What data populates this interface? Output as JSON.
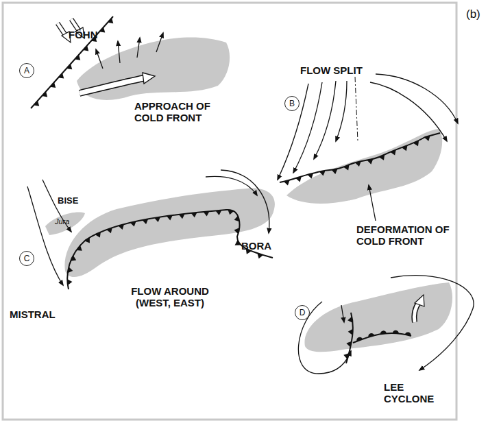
{
  "diagram": {
    "nodes": [
      {
        "text": [
          "A"
        ]
      },
      {
        "text": [
          "B"
        ]
      },
      {
        "text": [
          "C"
        ]
      },
      {
        "text": [
          "D"
        ]
      }
    ],
    "labels": [
      "(b)",
      "FÖHN",
      "APPROACH OF COLD FRONT",
      "FLOW SPLIT",
      "DEFORMATION OF COLD FRONT",
      "BISE",
      "Jura",
      "BORA",
      "MISTRAL",
      "FLOW AROUND (WEST, EAST)",
      "LEE CYCLONE"
    ]
  }
}
